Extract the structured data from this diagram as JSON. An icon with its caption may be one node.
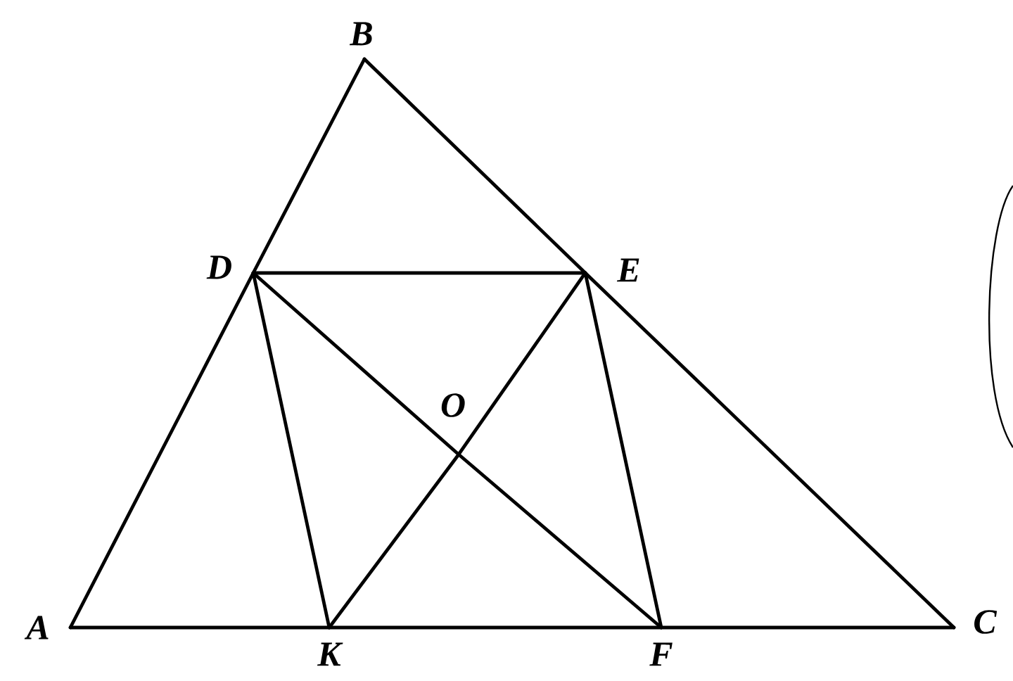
{
  "diagram": {
    "nodes": [
      {
        "text": [
          "B"
        ]
      },
      {
        "text": [
          "D"
        ]
      },
      {
        "text": [
          "E"
        ]
      },
      {
        "text": [
          "O"
        ]
      },
      {
        "text": [
          "A"
        ]
      },
      {
        "text": [
          "K"
        ]
      },
      {
        "text": [
          "F"
        ]
      },
      {
        "text": [
          "C"
        ]
      }
    ],
    "edges": [
      {
        "from": 4,
        "to": 1,
        "arrow": "none"
      },
      {
        "from": 1,
        "to": 0,
        "arrow": "none"
      },
      {
        "from": 0,
        "to": 2,
        "arrow": "none"
      },
      {
        "from": 2,
        "to": 7,
        "arrow": "none"
      },
      {
        "from": 4,
        "to": 5,
        "arrow": "none"
      },
      {
        "from": 5,
        "to": 6,
        "arrow": "none"
      },
      {
        "from": 6,
        "to": 7,
        "arrow": "none"
      },
      {
        "from": 1,
        "to": 2,
        "arrow": "none"
      },
      {
        "from": 1,
        "to": 5,
        "arrow": "none"
      },
      {
        "from": 1,
        "to": 3,
        "arrow": "none"
      },
      {
        "from": 3,
        "to": 6,
        "arrow": "none"
      },
      {
        "from": 5,
        "to": 3,
        "arrow": "none"
      },
      {
        "from": 3,
        "to": 2,
        "arrow": "none"
      },
      {
        "from": 2,
        "to": 6,
        "arrow": "none"
      }
    ]
  }
}
